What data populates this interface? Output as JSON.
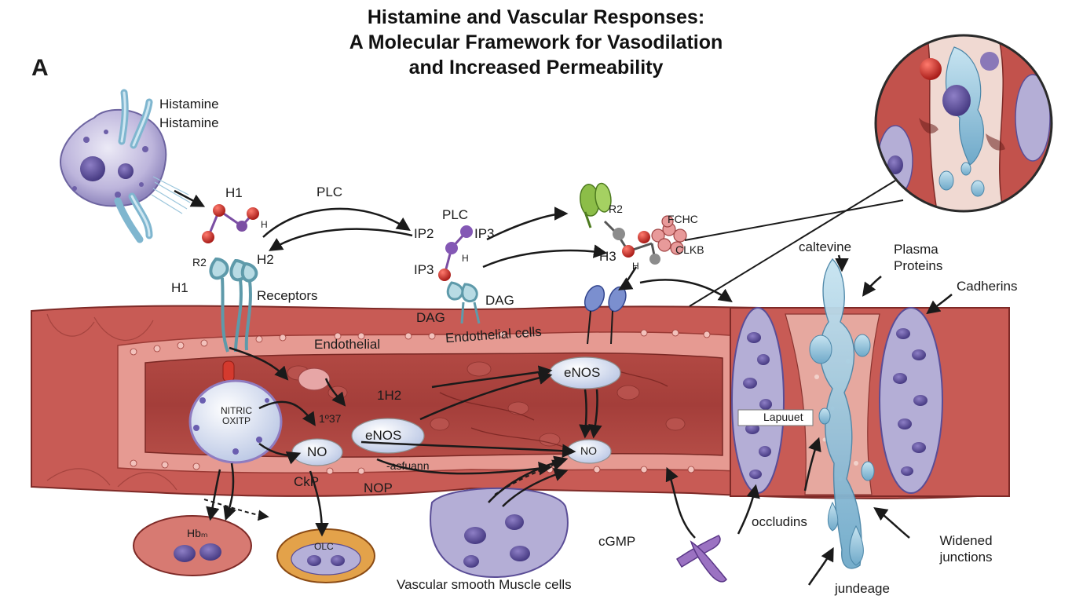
{
  "title": {
    "line1": "Histamine and Vascular Responses:",
    "line2": "A Molecular Framework for Vasodilation",
    "line3": "and Increased Permeability"
  },
  "panel_label": "A",
  "labels": {
    "histamine_1": "Histamine",
    "histamine_2": "Histamine",
    "h1_top": "H1",
    "h_small_1": "H",
    "r2_left": "R2",
    "h2_left": "H2",
    "h1_left": "H1",
    "receptors": "Receptors",
    "plc_arrow": "PLC",
    "plc": "PLC",
    "ip2": "IP2",
    "ip3_a": "IP3",
    "ip3_b": "IP3",
    "h_small_2": "H",
    "dag_a": "DAG",
    "dag_b": "DAG",
    "r2_right": "R2",
    "fchc": "FCHC",
    "clkb": "CLKB",
    "h3": "H3",
    "h_small_3": "H",
    "endothelial": "Endothelial",
    "endothelial_cells": "Endothelial cells",
    "enos_top": "eNOS",
    "nitric_oxide": "NITRIC OXITP",
    "one_h2": "1H2",
    "num_1g37": "1º37",
    "no_left": "NO",
    "enos_mid": "eNOS",
    "no_right": "NO",
    "asfuann": "-asfuann",
    "ckp": "CkP",
    "nop": "NOP",
    "hb": "Hbₘ",
    "olc": "OLC",
    "cgmp": "cGMP",
    "vsmc": "Vascular smooth Muscle cells",
    "lapuuet": "Lapuuet",
    "caltevine": "caltevine",
    "plasma_proteins": "Plasma Proteins",
    "cadherins": "Cadherins",
    "occludins": "occludins",
    "widened_junctions": "Widened junctions",
    "jundeage": "jundeage"
  },
  "colors": {
    "vessel": "#b8504b",
    "vessel_light": "#e39a94",
    "lumen": "#a8433f",
    "cell_purple": "#8a78b8",
    "nucleus": "#5a4d96",
    "fluid_blue": "#8fc4dc",
    "receptor_teal": "#6fa6b3",
    "molecule_red": "#c9302c",
    "molecule_purple": "#7b4ea3",
    "molecule_green": "#8cbd48",
    "no_bubble": "#cfd8ec",
    "arrow": "#1a1a1a"
  }
}
